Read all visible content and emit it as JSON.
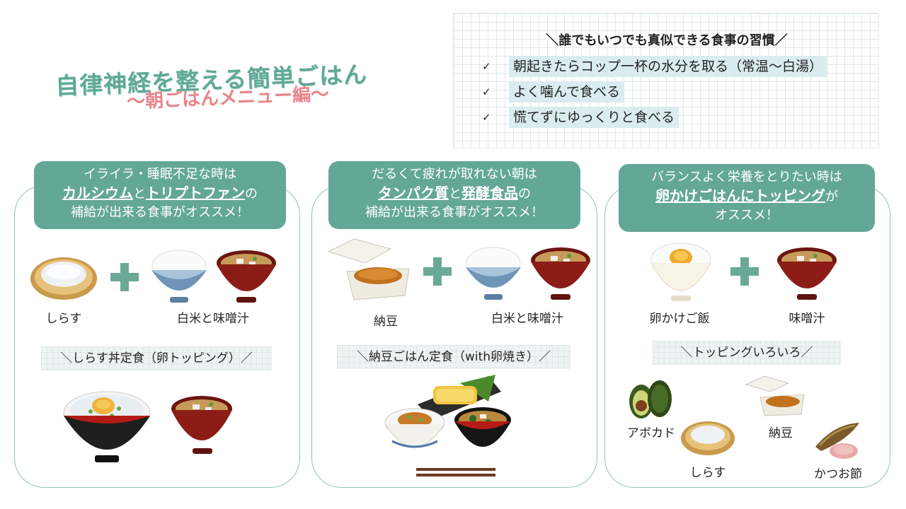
{
  "title": {
    "main": "自律神経を整える簡単ごはん",
    "sub": "～朝ごはんメニュー編～"
  },
  "habits": {
    "heading": "＼誰でもいつでも真似できる食事の習慣／",
    "items": [
      "朝起きたらコップ一杯の水分を取る（常温～白湯）",
      "よく噛んで食べる",
      "慌てずにゆっくりと食べる"
    ]
  },
  "panels": [
    {
      "line1": "イライラ・睡眠不足な時は",
      "hl1": "カルシウム",
      "mid": "と",
      "hl2": "トリプトファン",
      "tail": "の",
      "line3": "補給が出来る食事がオススメ！",
      "item_a": "しらす",
      "item_b": "白米と味噌汁",
      "set": "＼しらす丼定食（卵トッピング）／"
    },
    {
      "line1": "だるくて疲れが取れない朝は",
      "hl1": "タンパク質",
      "mid": "と",
      "hl2": "発酵食品",
      "tail": "の",
      "line3": "補給が出来る食事がオススメ！",
      "item_a": "納豆",
      "item_b": "白米と味噌汁",
      "set": "＼納豆ごはん定食（with卵焼き）／"
    },
    {
      "line1": "バランスよく栄養をとりたい時は",
      "hl1": "卵かけごはんにトッピング",
      "tail": "が",
      "line3": "オススメ！",
      "item_a": "卵かけご飯",
      "item_b": "味噌汁",
      "set": "＼トッピングいろいろ／",
      "toppings": [
        "アボカド",
        "納豆",
        "しらす",
        "かつお節"
      ]
    }
  ],
  "colors": {
    "accent": "#63a797",
    "title_green": "#5fa996",
    "title_pink": "#e8848a",
    "miso_bowl": "#8b1d16"
  }
}
